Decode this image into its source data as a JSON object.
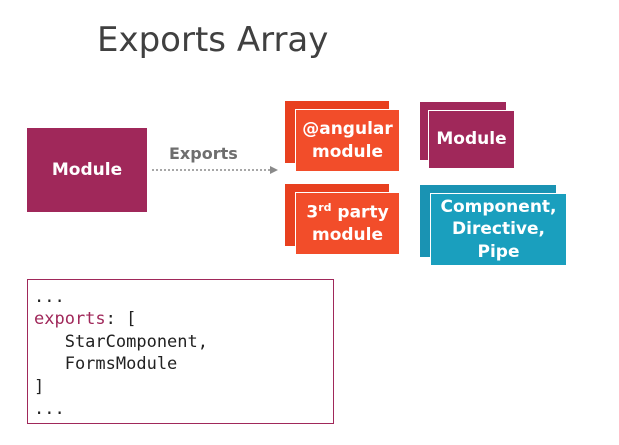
{
  "title": "Exports Array",
  "source": {
    "label": "Module",
    "color": "#a0285a"
  },
  "arrow": {
    "label": "Exports"
  },
  "targets": {
    "angular": {
      "line1": "@angular",
      "line2": "module",
      "color": "#f24d2a"
    },
    "module": {
      "label": "Module",
      "color": "#a0285a"
    },
    "third_party": {
      "line1_base": "3",
      "line1_sup": "rd",
      "line1_rest": " party",
      "line2": "module",
      "color": "#f24d2a"
    },
    "component": {
      "line1": "Component,",
      "line2": "Directive,",
      "line3": "Pipe",
      "color": "#1a9fbe"
    }
  },
  "code": {
    "line1": "...",
    "line2_kw": "exports",
    "line2_rest": ": [",
    "line3": "   StarComponent,",
    "line4": "   FormsModule",
    "line5": "]",
    "line6": "..."
  }
}
